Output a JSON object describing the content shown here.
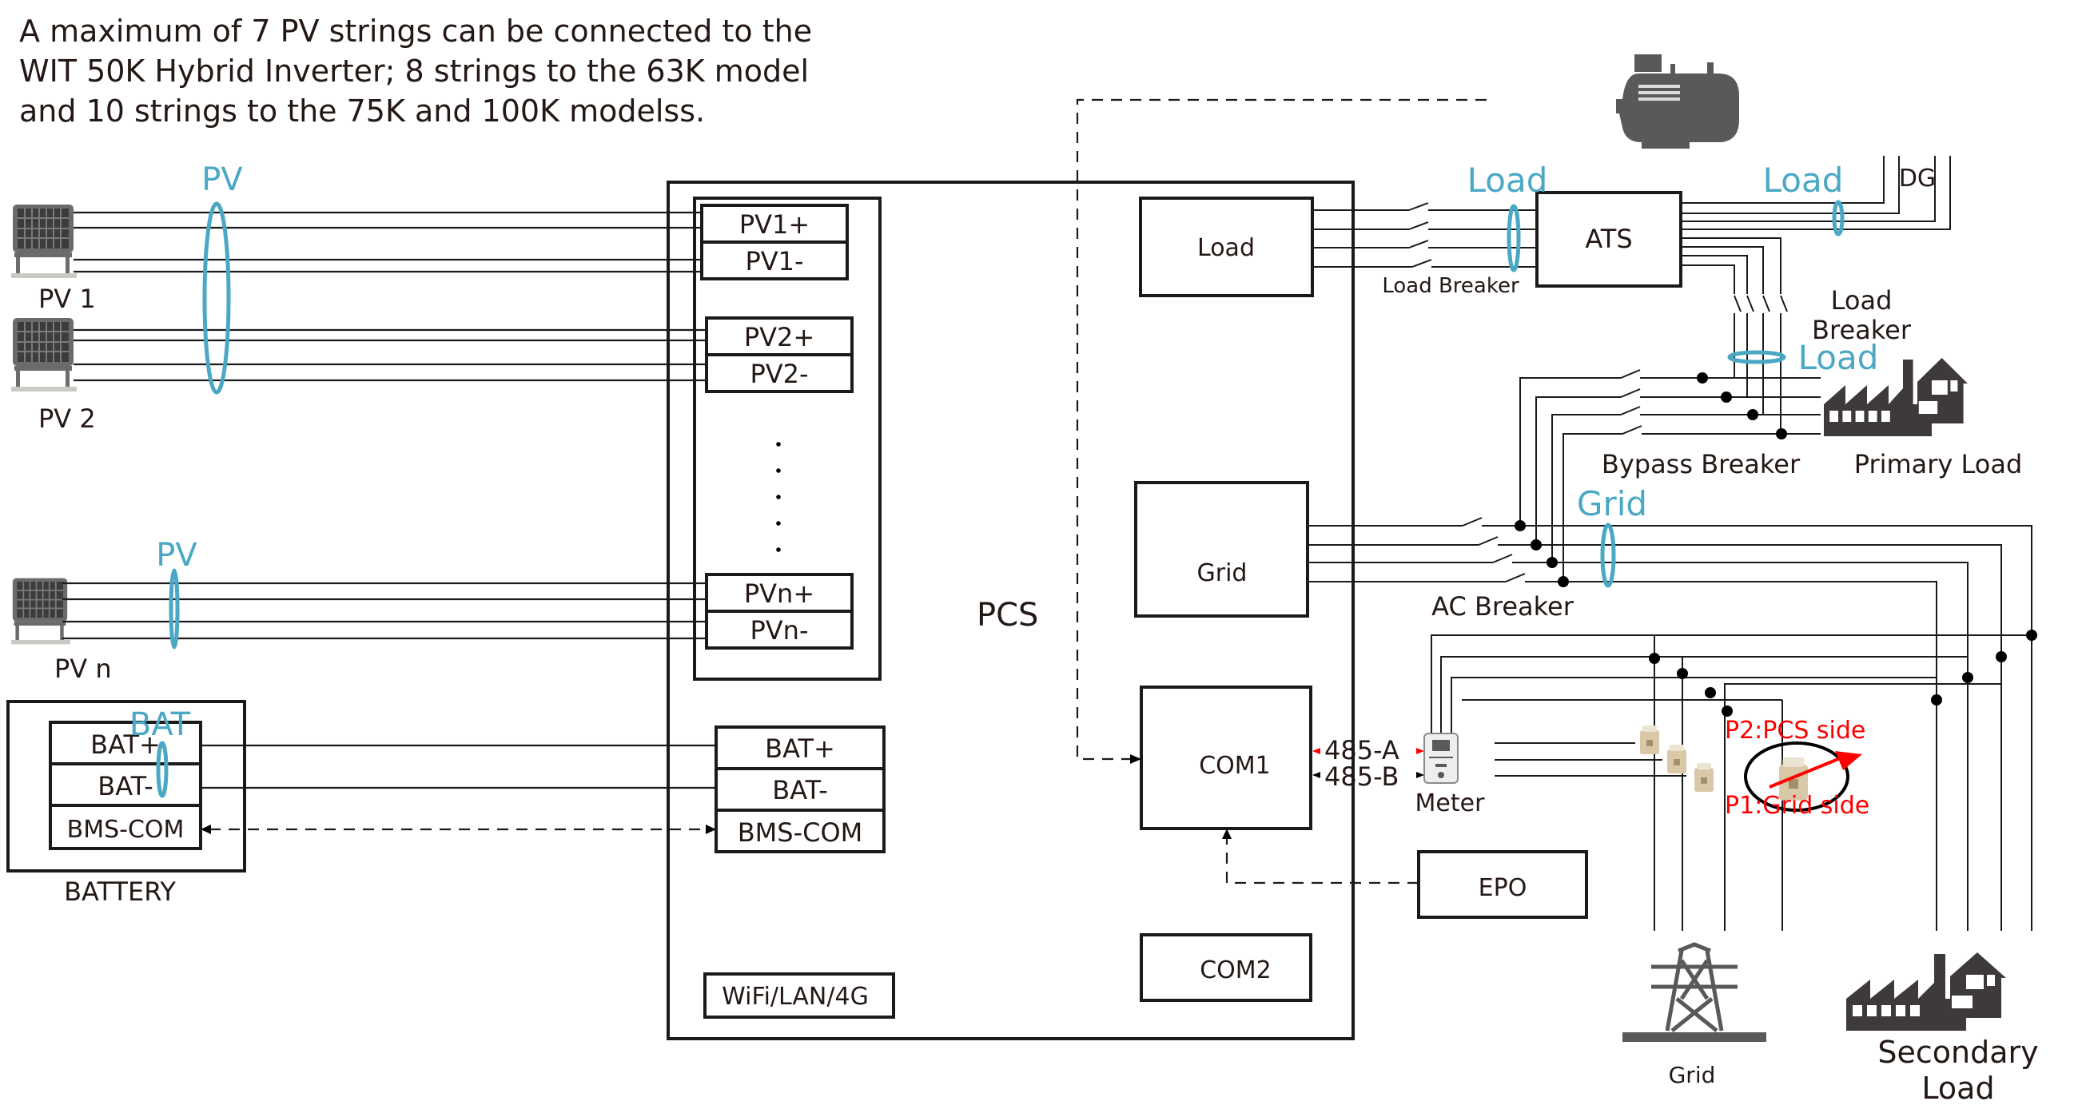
{
  "note": {
    "lines": [
      "A maximum of 7 PV strings can be connected to the",
      "WIT 50K Hybrid Inverter; 8 strings to the 63K model",
      "and 10 strings to the 75K and 100K modelss."
    ]
  },
  "pv_sources": [
    {
      "label": "PV 1",
      "icon": "solar-panel-icon"
    },
    {
      "label": "PV 2",
      "icon": "solar-panel-icon"
    },
    {
      "label": "PV n",
      "icon": "solar-panel-icon"
    }
  ],
  "cable_labels": {
    "pv_top": "PV",
    "pv_bottom": "PV",
    "bat": "BAT",
    "load_left": "Load",
    "load_right": "Load",
    "load_mid": "Load",
    "grid": "Grid"
  },
  "pcs": {
    "title": "PCS",
    "pv_terminals": [
      "PV1+",
      "PV1-",
      "PV2+",
      "PV2-",
      "PVn+",
      "PVn-"
    ],
    "bat_terminals": [
      "BAT+",
      "BAT-",
      "BMS-COM"
    ],
    "ports": {
      "load": "Load",
      "grid": "Grid",
      "com1": "COM1",
      "com2": "COM2",
      "wifi": "WiFi/LAN/4G"
    }
  },
  "battery": {
    "title": "BATTERY",
    "terminals": [
      "BAT+",
      "BAT-",
      "BMS-COM"
    ]
  },
  "ats": {
    "label": "ATS"
  },
  "dg": {
    "label": "DG",
    "icon": "generator-icon"
  },
  "breakers": {
    "load_breaker_1": "Load Breaker",
    "load_breaker_2_line1": "Load",
    "load_breaker_2_line2": "Breaker",
    "bypass": "Bypass Breaker",
    "ac": "AC Breaker"
  },
  "loads": {
    "primary": "Primary Load",
    "secondary_line1": "Secondary",
    "secondary_line2": "Load",
    "icon": "factory-icon"
  },
  "grid": {
    "label": "Grid",
    "icon": "power-tower-icon"
  },
  "meter": {
    "label": "Meter",
    "port_a": "485-A",
    "port_b": "485-B",
    "icon": "electric-meter-icon"
  },
  "ct": {
    "p2": "P2:PCS side",
    "p1": "P1:Grid side",
    "icon": "current-transformer-icon"
  },
  "epo": {
    "label": "EPO"
  },
  "colors": {
    "cable_label": "#4aa8c4",
    "ct_annotation": "#ff0000",
    "wire": "#1a1a1a"
  }
}
